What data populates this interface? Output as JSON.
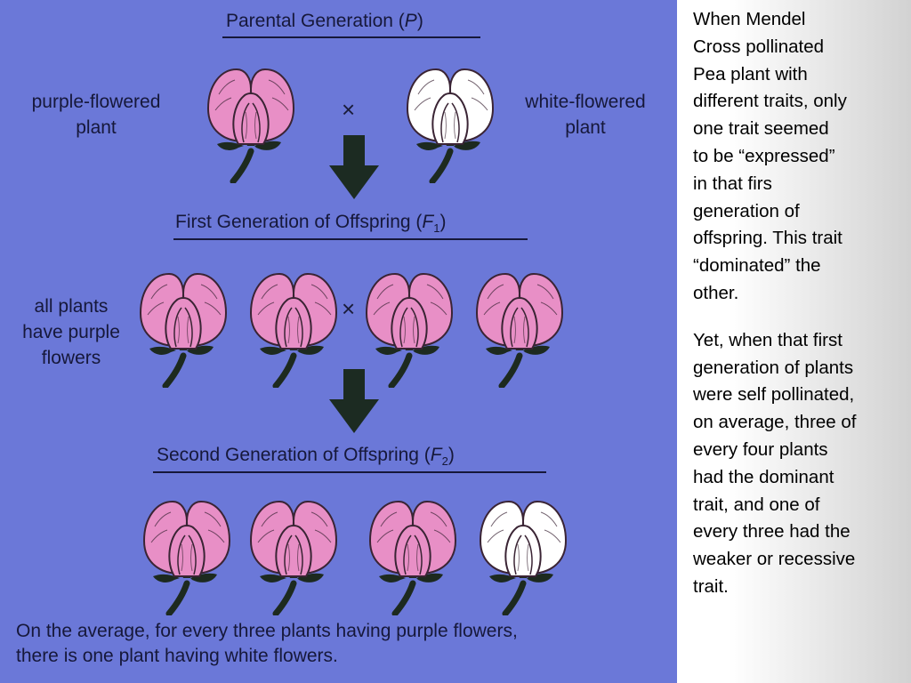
{
  "diagram": {
    "headings": {
      "parental": "Parental Generation (P)",
      "f1": "First Generation of Offspring (F1)",
      "f2": "Second Generation of Offspring (F2)"
    },
    "labels": {
      "purple_line1": "purple-flowered",
      "purple_line2": "plant",
      "white_line1": "white-flowered",
      "white_line2": "plant",
      "f1_line1": "all plants",
      "f1_line2": "have purple",
      "f1_line3": "flowers"
    },
    "cross_symbol": "×",
    "footer": {
      "line1": "On the average, for every three plants having purple flowers,",
      "line2": "there is one plant having white flowers."
    },
    "colors": {
      "background": "#6b78d8",
      "purple_flower": "#e88fc6",
      "white_flower": "#ffffff",
      "arrow": "#1c2b22",
      "stem": "#1d2a1f"
    }
  },
  "notes": {
    "paragraph1": "When Mendel\nCross pollinated\nPea plant with\ndifferent traits, only\none trait seemed\nto be “expressed”\nin that firs\ngeneration of\noffspring.  This trait\n“dominated” the\nother.",
    "paragraph2": "Yet, when that first\ngeneration of plants\nwere self pollinated,\non average, three of\nevery four plants\nhad the dominant\ntrait, and one of\nevery three had the\nweaker or recessive\ntrait."
  }
}
